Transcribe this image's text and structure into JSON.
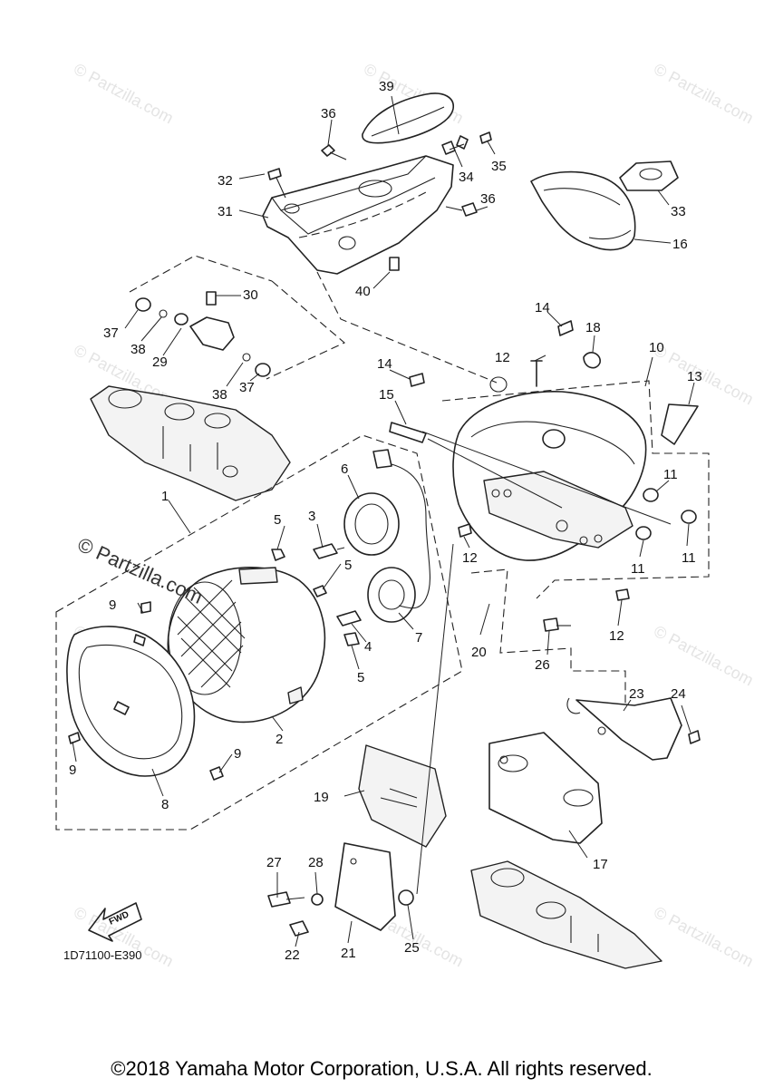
{
  "diagram_code": "1D71100-E390",
  "copyright": "©2018 Yamaha Motor Corporation, U.S.A. All rights reserved.",
  "watermark": "© Partzilla.com",
  "fwd_label": "FWD",
  "callouts": [
    "1",
    "2",
    "3",
    "4",
    "5",
    "6",
    "7",
    "8",
    "9",
    "10",
    "11",
    "12",
    "13",
    "14",
    "15",
    "16",
    "17",
    "18",
    "19",
    "20",
    "21",
    "22",
    "23",
    "24",
    "25",
    "26",
    "27",
    "28",
    "29",
    "30",
    "31",
    "32",
    "33",
    "34",
    "35",
    "36",
    "37",
    "38",
    "39",
    "40"
  ]
}
